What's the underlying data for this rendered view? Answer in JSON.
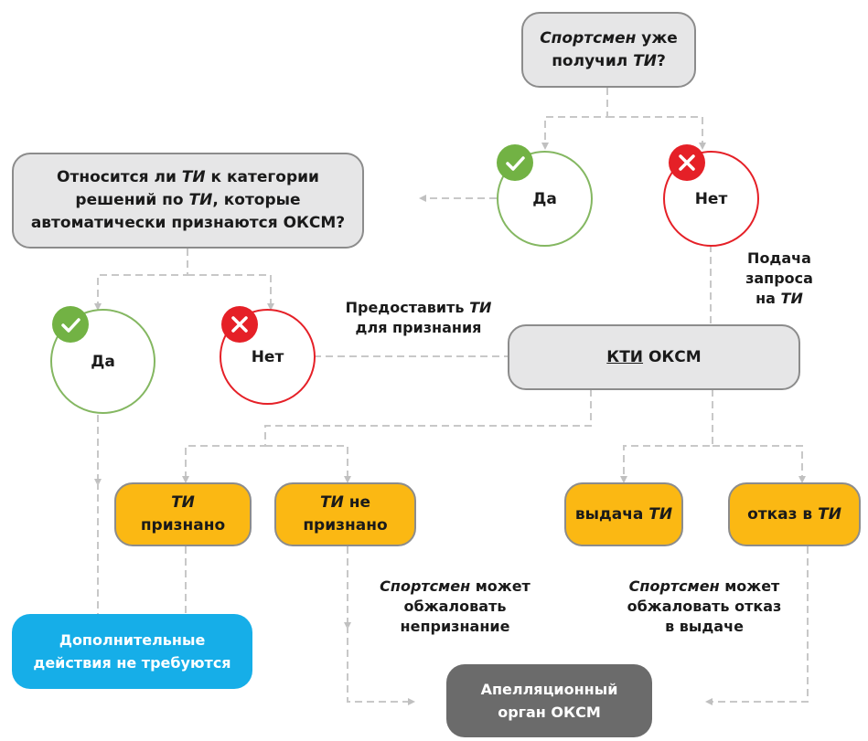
{
  "nodes": {
    "q1": {
      "p1": "Спортсмен",
      "p2": " уже",
      "p3": "получил ",
      "p4": "ТИ",
      "p5": "?"
    },
    "q2": {
      "p1": "Относится ли ",
      "p2": "ТИ",
      "p3": " к категории",
      "p4": "решений по ",
      "p5": "ТИ",
      "p6": ", которые",
      "p7": "автоматически признаются ОКСМ?"
    },
    "yes_top": "Да",
    "no_top": "Нет",
    "yes_left": "Да",
    "no_left": "Нет",
    "kti": {
      "p1": "КТИ",
      "p2": " ОКСМ"
    },
    "ti_recognized": {
      "p1": "ТИ",
      "p2": "признано"
    },
    "ti_not_recognized": {
      "p1": "ТИ",
      "p2": " не",
      "p3": "признано"
    },
    "issue_ti": {
      "p1": "выдача ",
      "p2": "ТИ"
    },
    "refuse_ti": {
      "p1": "отказ в ",
      "p2": "ТИ"
    },
    "no_action": {
      "l1": "Дополнительные",
      "l2": "действия не требуются"
    },
    "appeal": {
      "l1": "Апелляционный",
      "l2": "орган ОКСМ"
    }
  },
  "labels": {
    "submit": {
      "l1": "Подача",
      "l2": "запроса",
      "l3": "на ",
      "l4": "ТИ"
    },
    "provide": {
      "p1": "Предоставить ",
      "p2": "ТИ",
      "p3": "для признания"
    },
    "appeal_nonrec": {
      "p1": "Спортсмен",
      "p2": " может",
      "p3": "обжаловать",
      "p4": "непризнание"
    },
    "appeal_refusal": {
      "p1": "Спортсмен",
      "p2": " может",
      "p3": "обжаловать отказ",
      "p4": "в выдаче"
    }
  },
  "colors": {
    "yes": "#84b761",
    "no": "#e52027",
    "orange": "#fbb813",
    "blue": "#16aee8",
    "dark": "#6b6b6b",
    "grey_box": "#e6e6e7",
    "connector": "#c8c8c8"
  },
  "icons": {
    "yes_badge": "check-icon",
    "no_badge": "cross-icon",
    "arrow": "arrow-head-icon"
  }
}
